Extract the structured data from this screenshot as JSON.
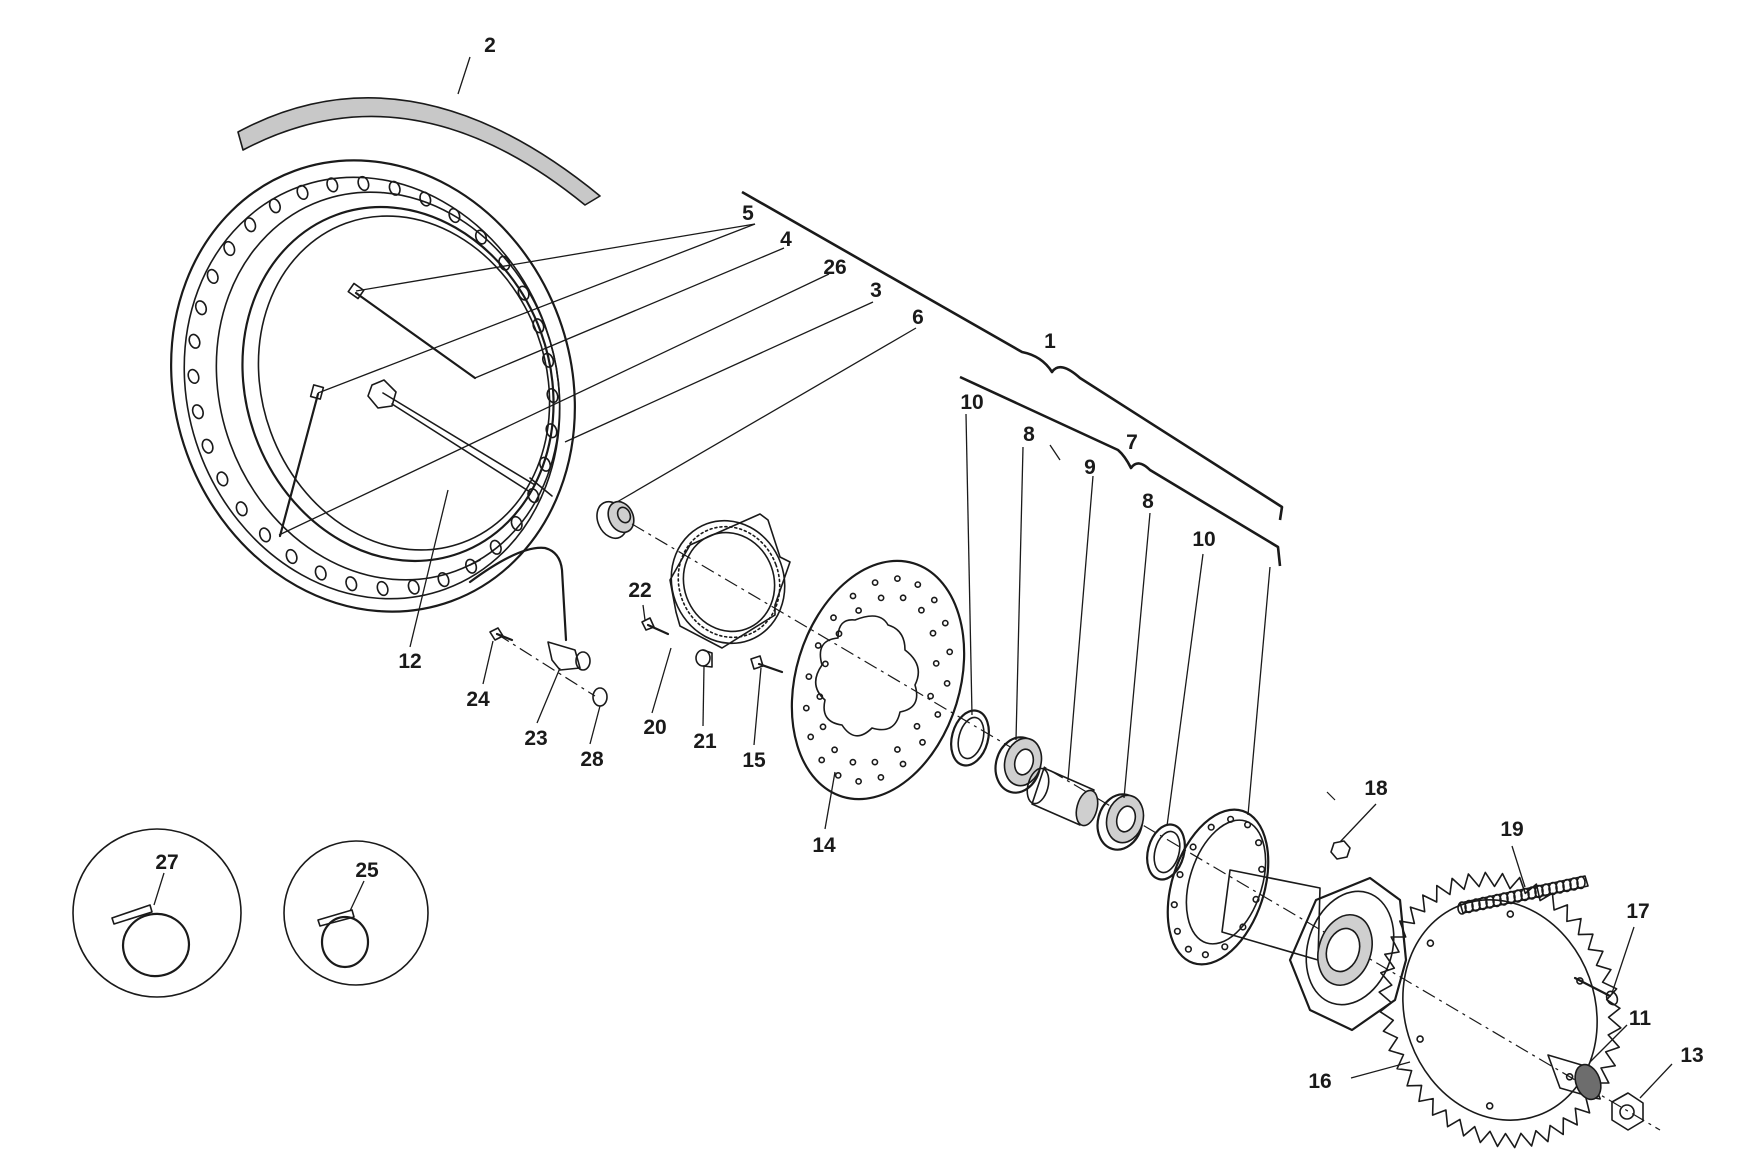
{
  "callouts": {
    "c1": "1",
    "c2": "2",
    "c3": "3",
    "c4": "4",
    "c5": "5",
    "c6": "6",
    "c7": "7",
    "c8a": "8",
    "c8b": "8",
    "c9": "9",
    "c10a": "10",
    "c10b": "10",
    "c11": "11",
    "c12": "12",
    "c13": "13",
    "c14": "14",
    "c15": "15",
    "c16": "16",
    "c17": "17",
    "c18": "18",
    "c19": "19",
    "c20": "20",
    "c21": "21",
    "c22": "22",
    "c23": "23",
    "c24": "24",
    "c25": "25",
    "c26": "26",
    "c27": "27",
    "c28": "28"
  },
  "colors": {
    "line": "#1a1a1a",
    "rim_tape": "#c8c8c8",
    "background": "#ffffff"
  }
}
